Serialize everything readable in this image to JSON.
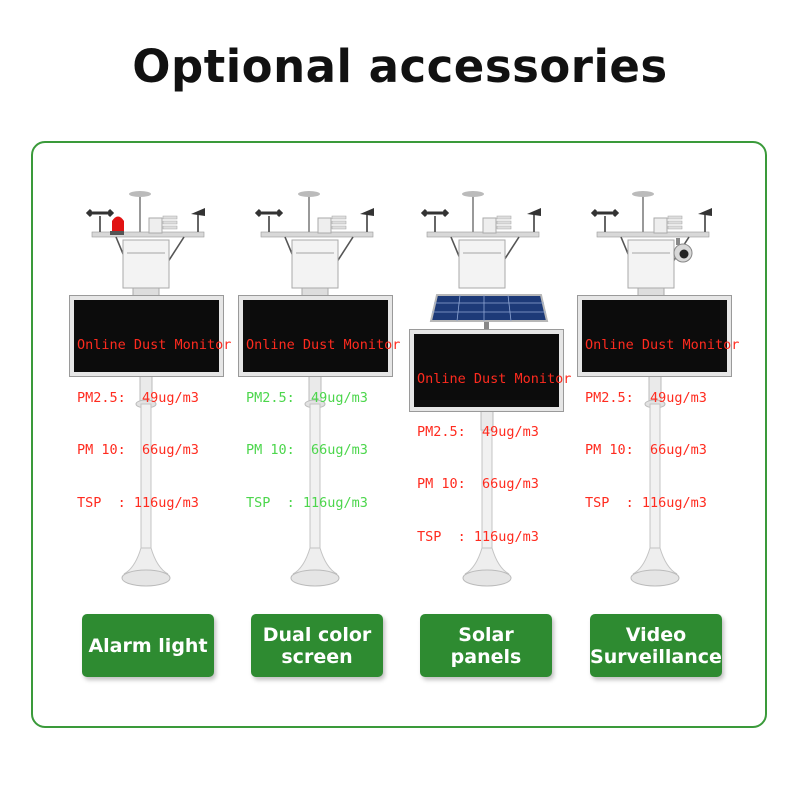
{
  "title": "Optional accessories",
  "products": [
    {
      "button_label": "Alarm light",
      "accessory_icon": "alarm-light-icon",
      "screen": {
        "line1": "Online Dust Monitor",
        "line2": "PM2.5:  49ug/m3",
        "line3": "PM 10:  66ug/m3",
        "line4": "TSP  : 116ug/m3"
      }
    },
    {
      "button_label": "Dual color\nscreen",
      "accessory_icon": "dual-color-screen-icon",
      "screen": {
        "line1": "Online Dust Monitor",
        "line2": "PM2.5:  49ug/m3",
        "line3": "PM 10:  66ug/m3",
        "line4": "TSP  : 116ug/m3"
      }
    },
    {
      "button_label": "Solar panels",
      "accessory_icon": "solar-panel-icon",
      "screen": {
        "line1": "Online Dust Monitor",
        "line2": "PM2.5:  49ug/m3",
        "line3": "PM 10:  66ug/m3",
        "line4": "TSP  : 116ug/m3"
      }
    },
    {
      "button_label": "Video\nSurveillance",
      "accessory_icon": "camera-icon",
      "screen": {
        "line1": "Online Dust Monitor",
        "line2": "PM2.5:  49ug/m3",
        "line3": "PM 10:  66ug/m3",
        "line4": "TSP  : 116ug/m3"
      }
    }
  ],
  "colors": {
    "accent_green": "#2e8b31",
    "led_red": "#ff2b1f",
    "led_green": "#4cd64c"
  }
}
